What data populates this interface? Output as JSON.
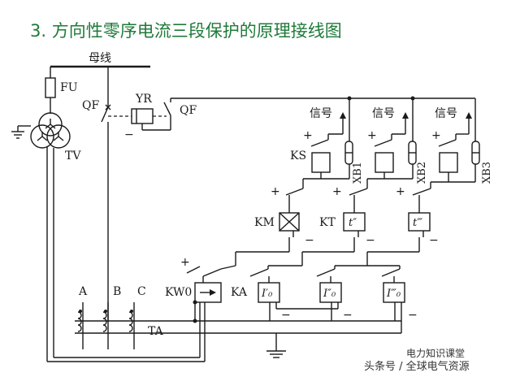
{
  "title": "3. 方向性零序电流三段保护的原理接线图",
  "labels": {
    "busbar": "母线",
    "fu": "FU",
    "tv": "TV",
    "qf_left": "QF",
    "yr": "YR",
    "qf_right": "QF",
    "signal": "信号",
    "ks": "KS",
    "xb1": "XB1",
    "xb2": "XB2",
    "xb3": "XB3",
    "km": "KM",
    "kt": "KT",
    "kw0": "KW0",
    "ka": "KA",
    "phase_a": "A",
    "phase_b": "B",
    "phase_c": "C",
    "ta": "TA",
    "plus": "+",
    "minus": "−",
    "t2": "t″",
    "t3": "t‴",
    "i0_1": "I′₀",
    "i0_2": "I″₀",
    "i0_3": "I‴₀"
  },
  "watermark": {
    "brand": "电力知识课堂",
    "text": "头条号 / 全球电气资源"
  }
}
